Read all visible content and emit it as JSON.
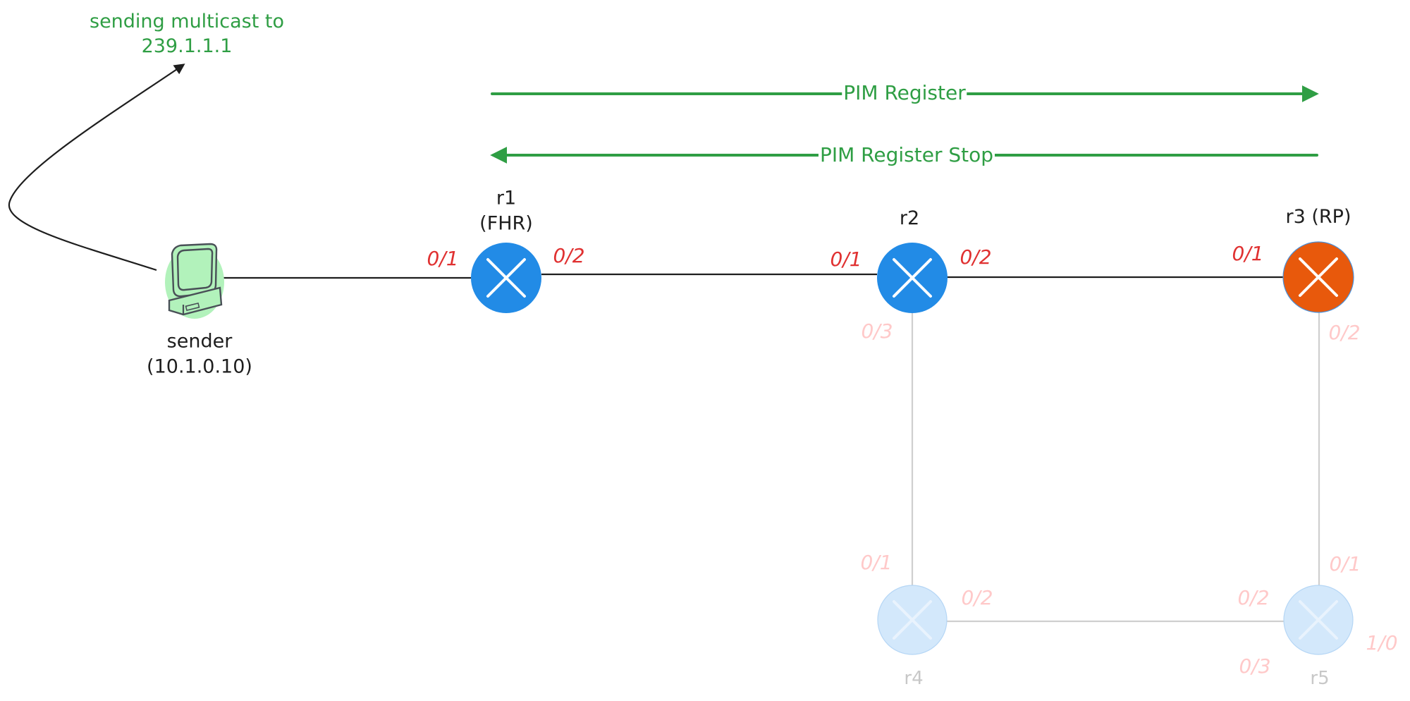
{
  "annotation": {
    "line1": "sending multicast to",
    "line2": "239.1.1.1"
  },
  "messages": {
    "register": "PIM Register",
    "register_stop": "PIM Register Stop"
  },
  "sender": {
    "name": "sender",
    "ip": "(10.1.0.10)"
  },
  "routers": {
    "r1": {
      "name": "r1",
      "role": "(FHR)",
      "ports": {
        "p01": "0/1",
        "p02": "0/2"
      }
    },
    "r2": {
      "name": "r2",
      "ports": {
        "p01": "0/1",
        "p02": "0/2",
        "p03": "0/3"
      }
    },
    "r3": {
      "name": "r3 (RP)",
      "ports": {
        "p01": "0/1",
        "p02": "0/2"
      }
    },
    "r4": {
      "name": "r4",
      "ports": {
        "p01": "0/1",
        "p02": "0/2"
      }
    },
    "r5": {
      "name": "r5",
      "ports": {
        "p01": "0/1",
        "p02": "0/2",
        "p03": "0/3",
        "p10": "1/0"
      }
    }
  },
  "colors": {
    "active_router": "#228be6",
    "rp_router": "#e8590c",
    "inactive_router": "#d0e7fb",
    "message_green": "#2f9e44",
    "port_red": "#e03131",
    "port_faded": "#ffc9c9",
    "link_active": "#1e1e1e",
    "link_inactive": "#cfcfcf",
    "host_fill": "#b2f2bb"
  }
}
